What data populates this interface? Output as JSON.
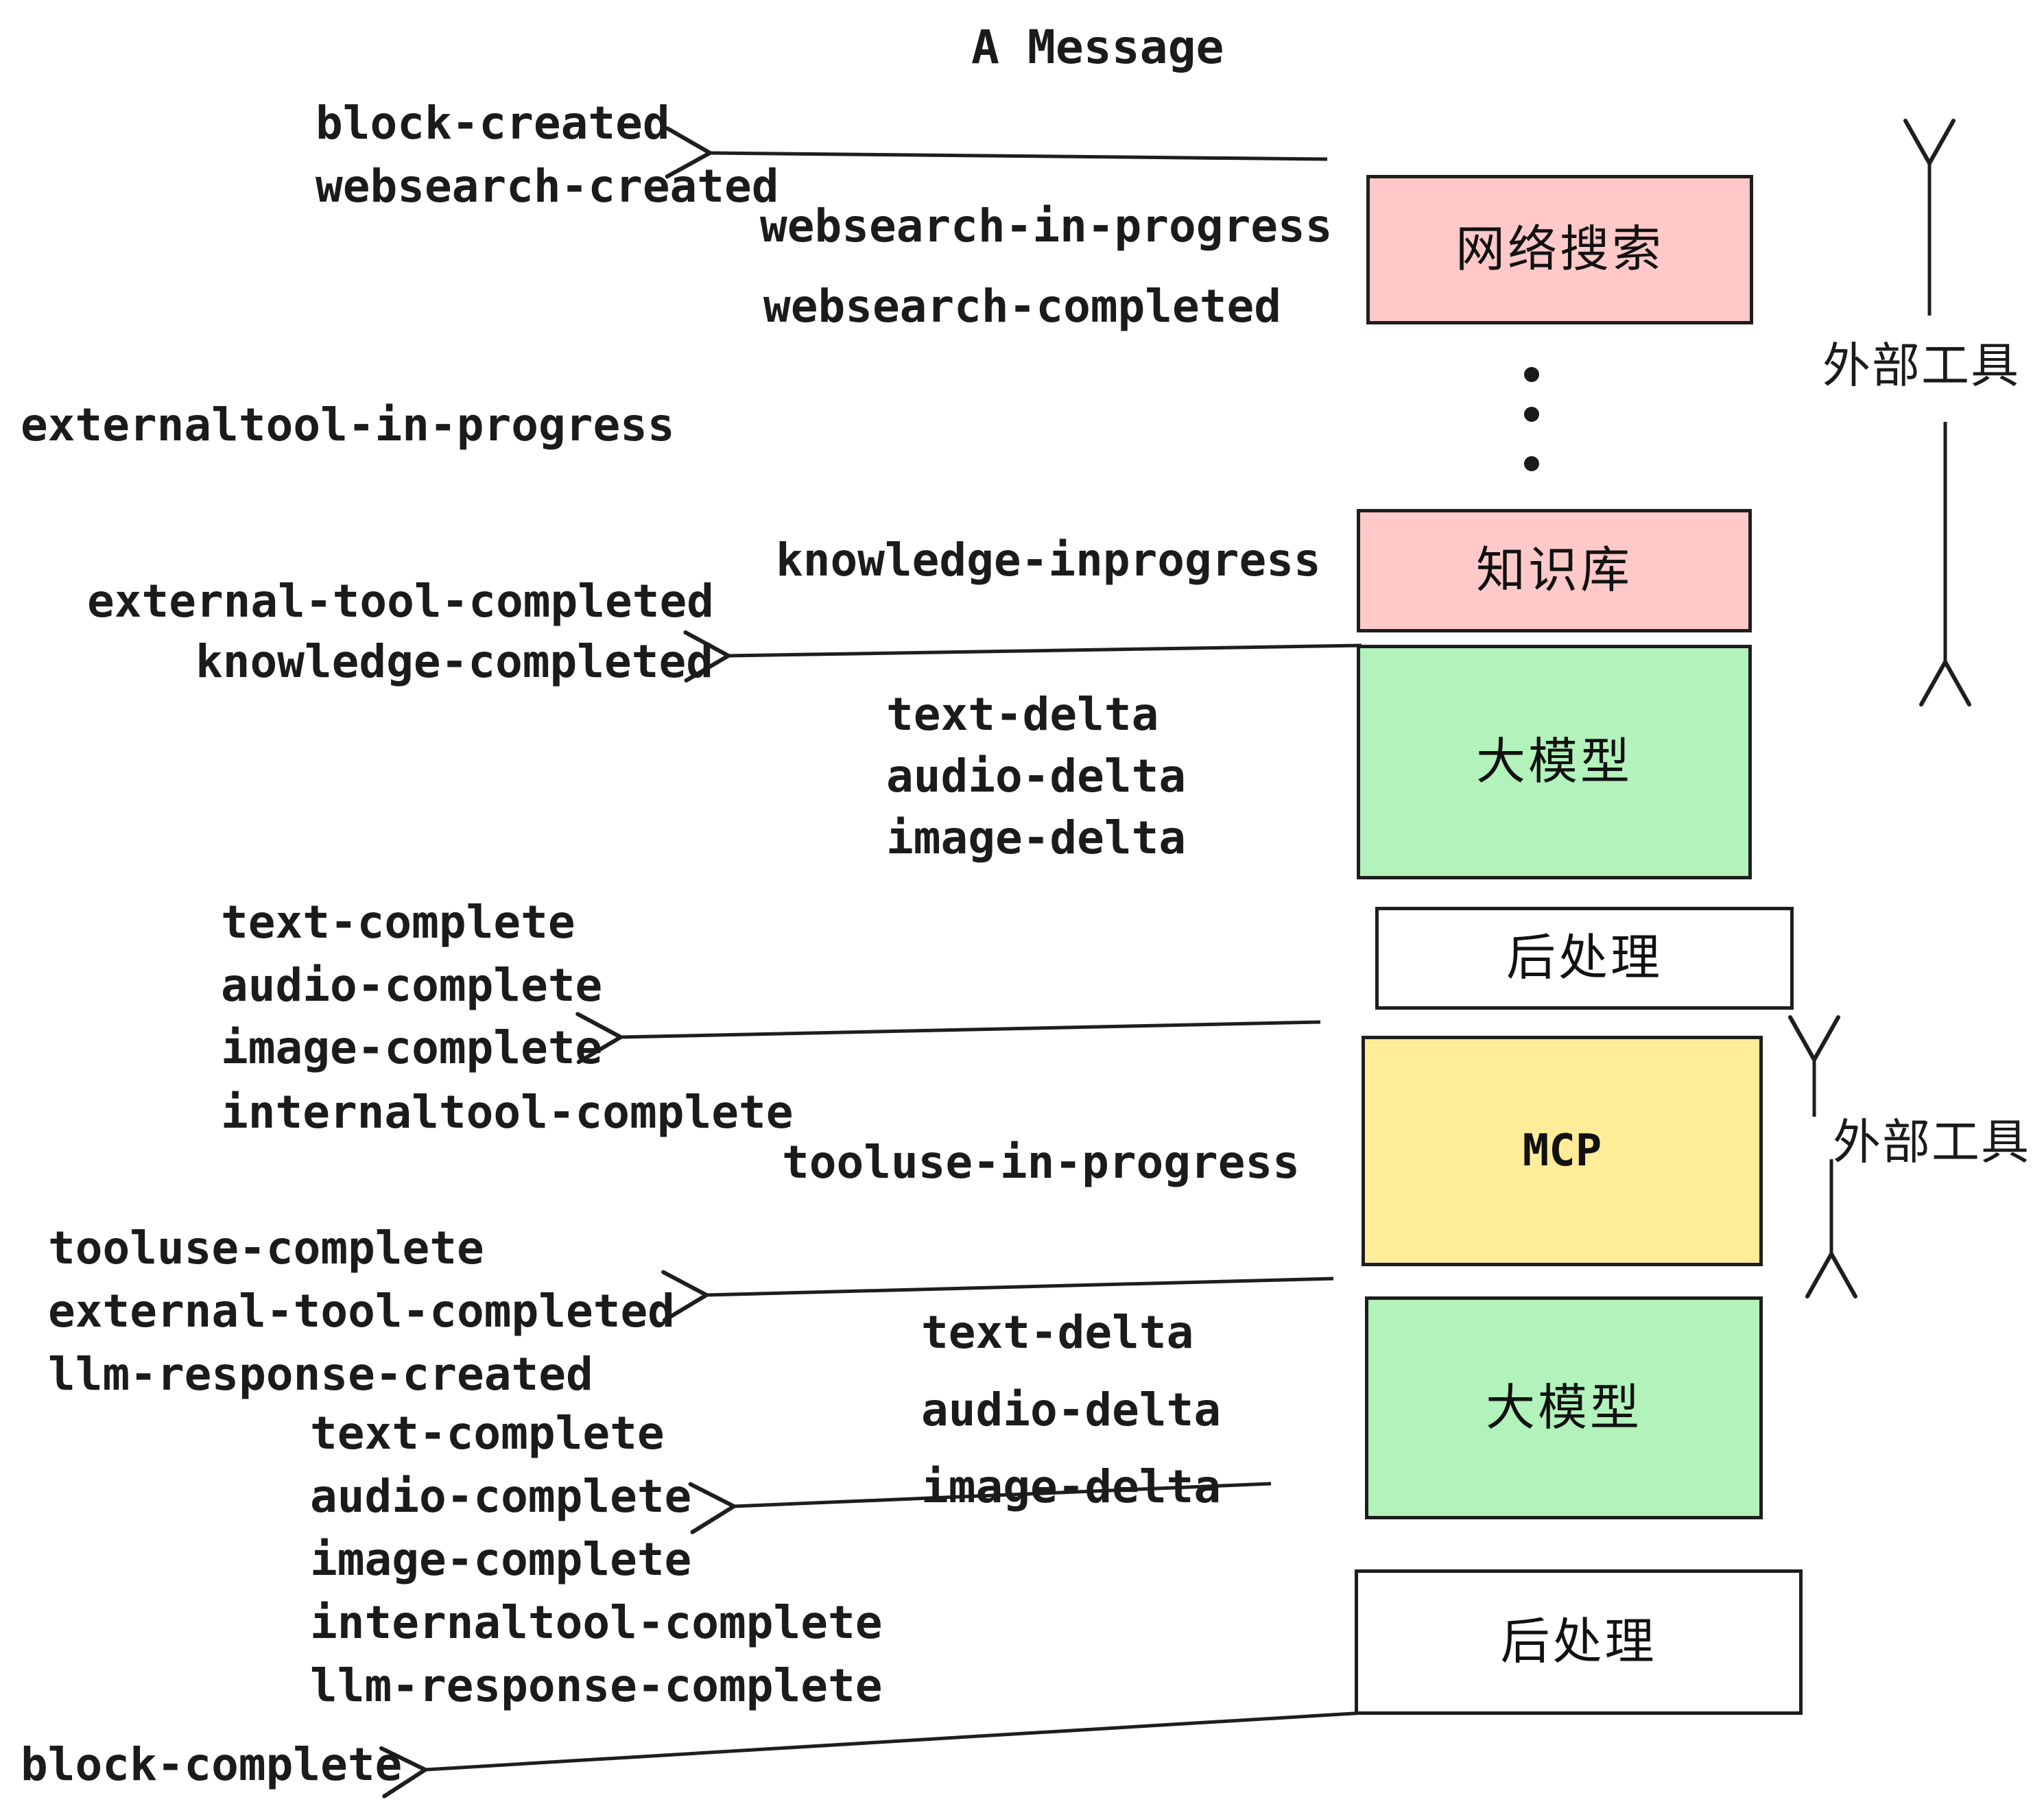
{
  "title": "A Message",
  "colors": {
    "box_pink": "#FFC9C9",
    "box_green": "#B2F2BB",
    "box_yellow": "#FFEC99",
    "box_white": "#FFFFFF",
    "stroke": "#1e1e1e",
    "text": "#1b1b1b",
    "background": "#ffffff"
  },
  "boxes": [
    {
      "id": "websearch",
      "label": "网络搜索",
      "fill": "#FFC9C9"
    },
    {
      "id": "knowledge",
      "label": "知识库",
      "fill": "#FFC9C9"
    },
    {
      "id": "llm-1",
      "label": "大模型",
      "fill": "#B2F2BB"
    },
    {
      "id": "postprocess-1",
      "label": "后处理",
      "fill": "#FFFFFF"
    },
    {
      "id": "mcp",
      "label": "MCP",
      "fill": "#FFEC99"
    },
    {
      "id": "llm-2",
      "label": "大模型",
      "fill": "#B2F2BB"
    },
    {
      "id": "postprocess-2",
      "label": "后处理",
      "fill": "#FFFFFF"
    }
  ],
  "side_labels": [
    "外部工具",
    "外部工具"
  ],
  "events": [
    "block-created",
    "websearch-created",
    "websearch-in-progress",
    "websearch-completed",
    "externaltool-in-progress",
    "knowledge-inprogress",
    "external-tool-completed",
    "knowledge-completed",
    "text-delta",
    "audio-delta",
    "image-delta",
    "text-complete",
    "audio-complete",
    "image-complete",
    "internaltool-complete",
    "tooluse-in-progress",
    "tooluse-complete",
    "external-tool-completed",
    "llm-response-created",
    "text-complete",
    "audio-complete",
    "image-complete",
    "internaltool-complete",
    "llm-response-complete",
    "block-complete",
    "text-delta",
    "audio-delta",
    "image-delta"
  ]
}
